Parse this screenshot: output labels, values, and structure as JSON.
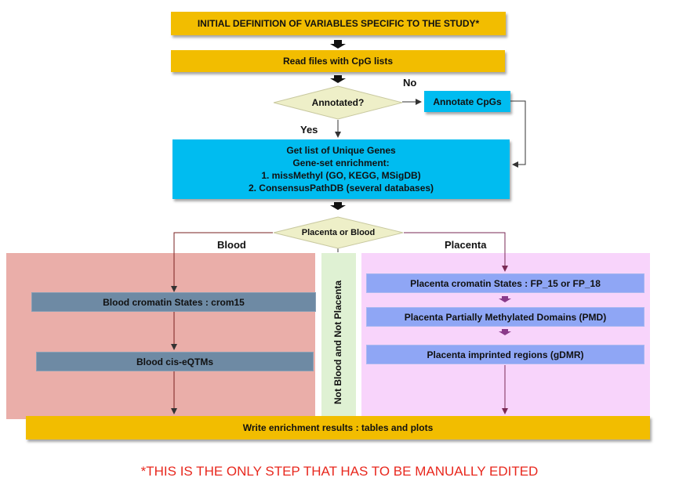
{
  "steps": {
    "initial": "INITIAL DEFINITION OF VARIABLES SPECIFIC TO THE STUDY*",
    "read_files": "Read files with CpG lists",
    "annotated_decision": "Annotated?",
    "annotate": "Annotate CpGs",
    "gene_lines": [
      "Get list of Unique Genes",
      "Gene-set enrichment:",
      "1. missMethyl (GO, KEGG, MSigDB)",
      "2. ConsensusPathDB (several databases)"
    ],
    "tissue_decision": "Placenta or Blood",
    "write_results": "Write enrichment results : tables and plots"
  },
  "edge_labels": {
    "no": "No",
    "yes": "Yes"
  },
  "regions": {
    "blood": {
      "label": "Blood",
      "color": "#eaaea9",
      "steps": [
        "Blood cromatin States : crom15",
        "Blood cis-eQTMs"
      ]
    },
    "not_blood": {
      "label": "Not Blood and Not Placenta",
      "color": "#dff1d3"
    },
    "placenta": {
      "label": "Placenta",
      "color": "#f8d4fb",
      "steps": [
        "Placenta cromatin States : FP_15 or FP_18",
        "Placenta Partially Methylated Domains (PMD)",
        "Placenta imprinted regions (gDMR)"
      ]
    }
  },
  "footnote": "*THIS IS THE ONLY STEP THAT HAS TO BE MANUALLY EDITED",
  "colors": {
    "process": "#f2bd00",
    "highlight": "#00bcf0",
    "decision": "#eeefc8",
    "blood_step": "#6e8aa4",
    "placenta_step": "#8fa6f5",
    "footnote": "#e8281e"
  }
}
